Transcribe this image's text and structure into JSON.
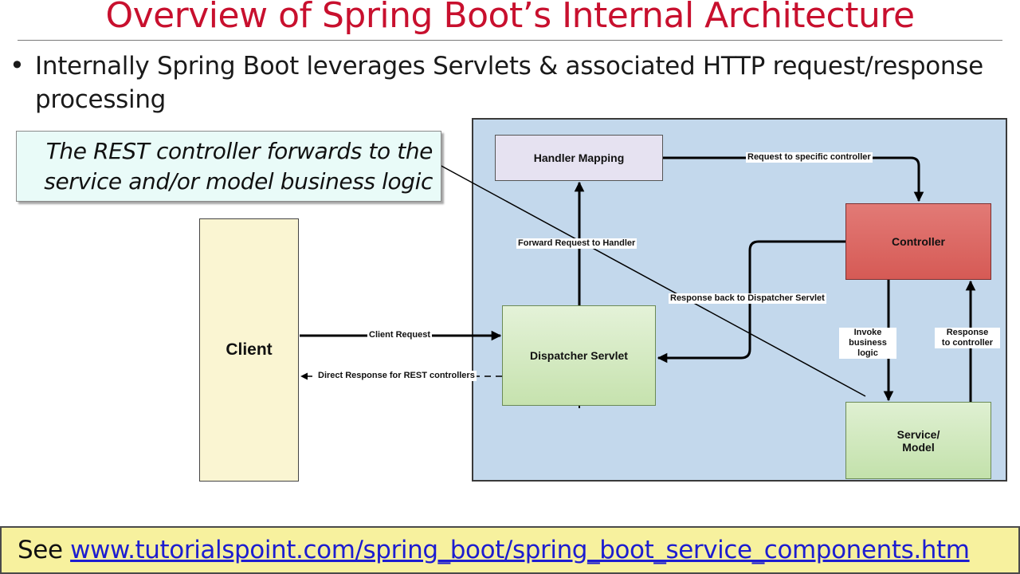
{
  "slide": {
    "title": "Overview of Spring Boot’s Internal Architecture",
    "bullet": "Internally Spring Boot leverages Servlets & associated HTTP request/response processing",
    "callout": "The REST controller forwards to the service and/or model business logic",
    "see_prefix": "See ",
    "see_link": "www.tutorialspoint.com/spring_boot/spring_boot_service_components.htm"
  },
  "diagram": {
    "nodes": {
      "client": "Client",
      "handler_mapping": "Handler Mapping",
      "controller": "Controller",
      "dispatcher_servlet": "Dispatcher Servlet",
      "service_model": "Service/\nModel"
    },
    "edges": {
      "client_request": "Client Request",
      "direct_response": "Direct Response for REST controllers",
      "forward_request": "Forward Request to Handler",
      "request_specific": "Request to specific controller",
      "response_back": "Response back to Dispatcher Servlet",
      "invoke_business": "Invoke\nbusiness logic",
      "response_controller": "Response\nto controller"
    },
    "colors": {
      "panel": "#c3d8ec",
      "client": "#faf5d2",
      "handler_mapping": "#e6e2f1",
      "controller": "#d65a55",
      "dispatcher_servlet": "#c6e2ae",
      "service_model": "#c3e1ab"
    }
  }
}
